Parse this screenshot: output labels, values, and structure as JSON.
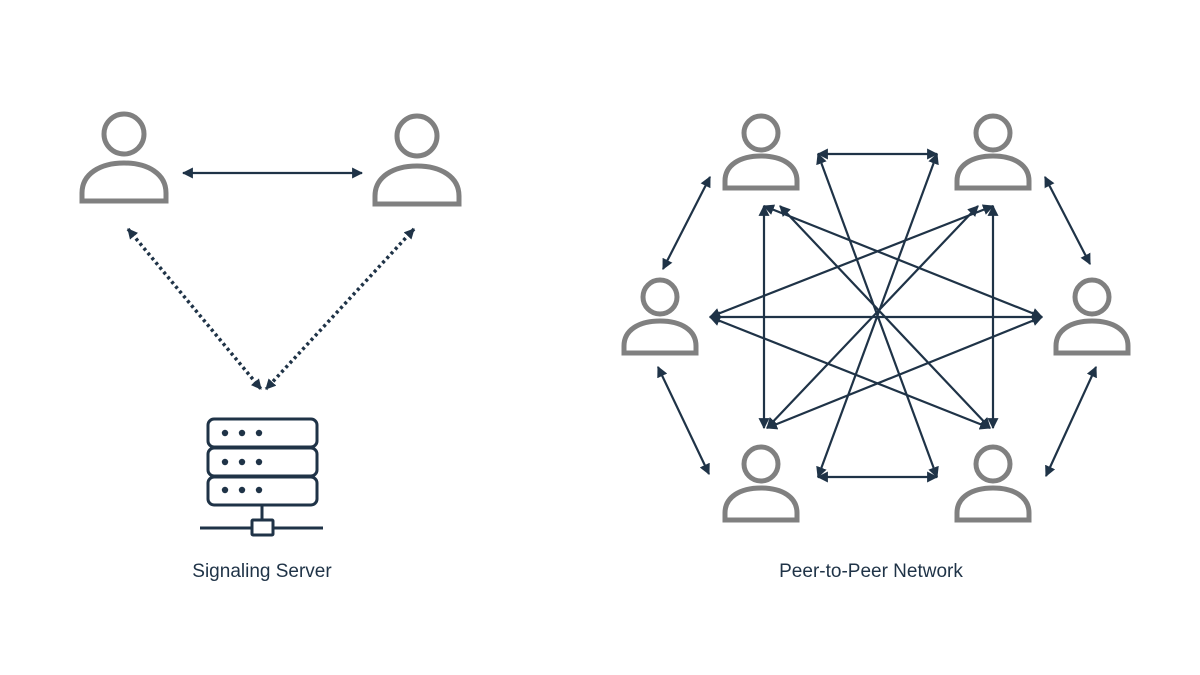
{
  "left_diagram": {
    "caption": "Signaling Server",
    "peer_count": 2,
    "server_icon": "server-rack-icon",
    "connection_style": "solid arrow between peers, dotted arrows from each peer to server"
  },
  "right_diagram": {
    "caption": "Peer-to-Peer Network",
    "peer_count": 6,
    "connection_style": "full mesh of double-headed arrows"
  },
  "colors": {
    "person": "#808080",
    "lines": "#1f3347",
    "caption_text": "#1f3347",
    "background": "#ffffff"
  }
}
